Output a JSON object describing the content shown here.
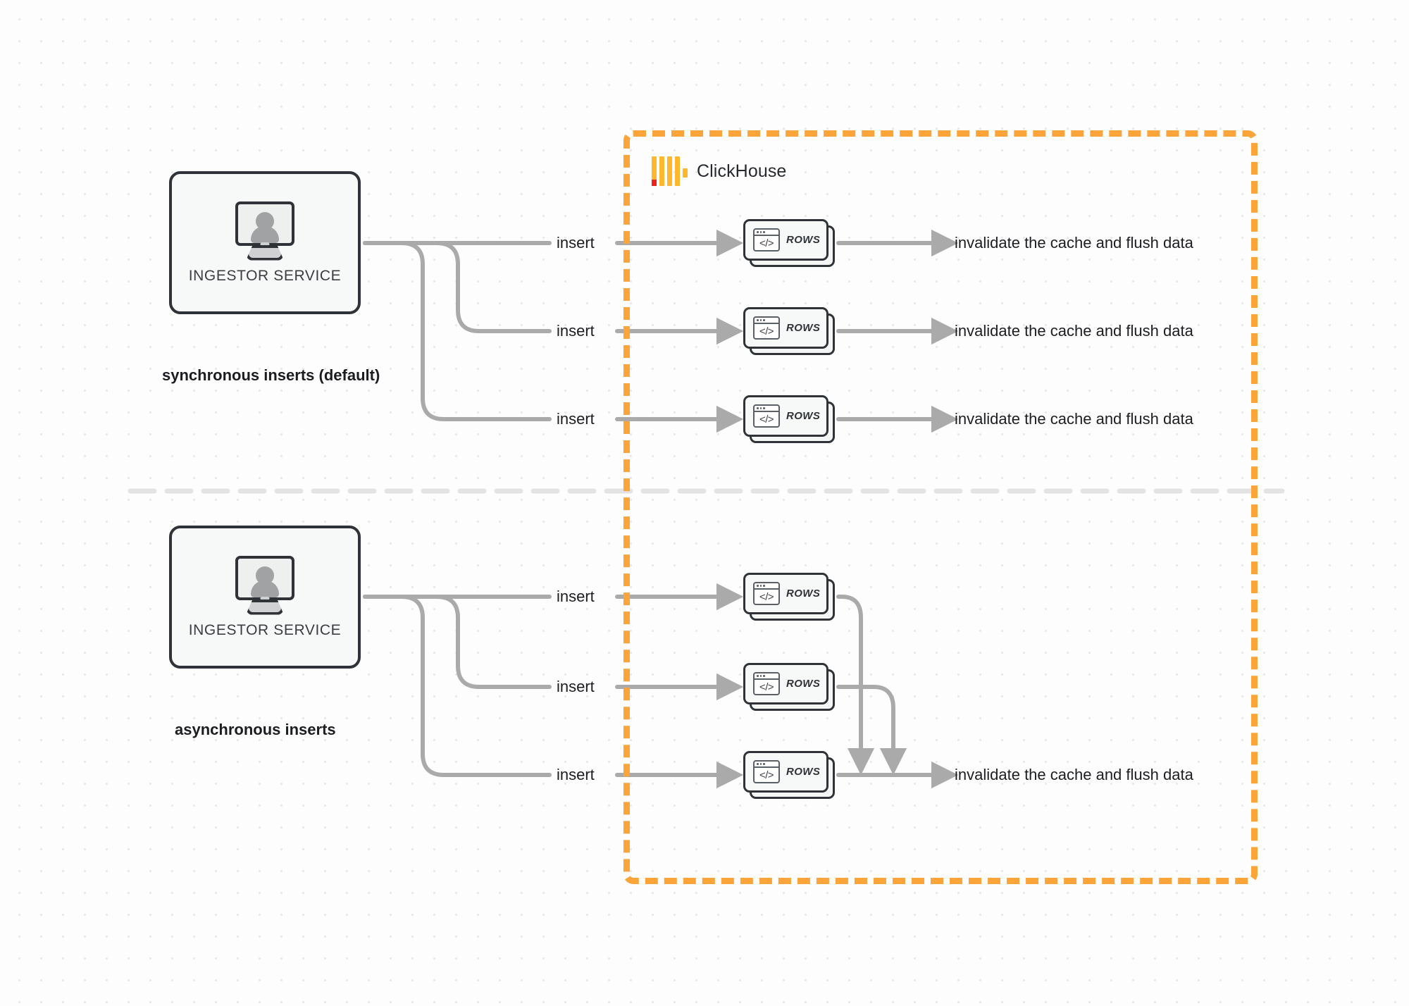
{
  "diagram": {
    "title": "ClickHouse synchronous vs asynchronous inserts",
    "colors": {
      "container_border": "#faa43a",
      "logo_bar": "#ffb82e",
      "logo_accent": "#f02020",
      "wire": "#aaaaaa",
      "node_border": "#2f3337",
      "divider": "#e2e2e2",
      "background": "#fdfdfd"
    }
  },
  "container": {
    "logo_name": "clickhouse-logo",
    "label": "ClickHouse"
  },
  "sections": [
    {
      "id": "synchronous",
      "caption": "synchronous inserts (default)",
      "source": {
        "label": "INGESTOR SERVICE",
        "icon": "monitor-user-icon"
      },
      "edges_in": [
        "insert",
        "insert",
        "insert"
      ],
      "nodes": [
        {
          "label": "ROWS",
          "icon": "code-window-icon"
        },
        {
          "label": "ROWS",
          "icon": "code-window-icon"
        },
        {
          "label": "ROWS",
          "icon": "code-window-icon"
        }
      ],
      "edges_out": [
        "invalidate the cache and flush data",
        "invalidate the cache and flush data",
        "invalidate the cache and flush data"
      ]
    },
    {
      "id": "asynchronous",
      "caption": "asynchronous inserts",
      "source": {
        "label": "INGESTOR SERVICE",
        "icon": "monitor-user-icon"
      },
      "edges_in": [
        "insert",
        "insert",
        "insert"
      ],
      "nodes": [
        {
          "label": "ROWS",
          "icon": "code-window-icon"
        },
        {
          "label": "ROWS",
          "icon": "code-window-icon"
        },
        {
          "label": "ROWS",
          "icon": "code-window-icon"
        }
      ],
      "edges_out": [
        "invalidate the cache and flush data"
      ]
    }
  ]
}
